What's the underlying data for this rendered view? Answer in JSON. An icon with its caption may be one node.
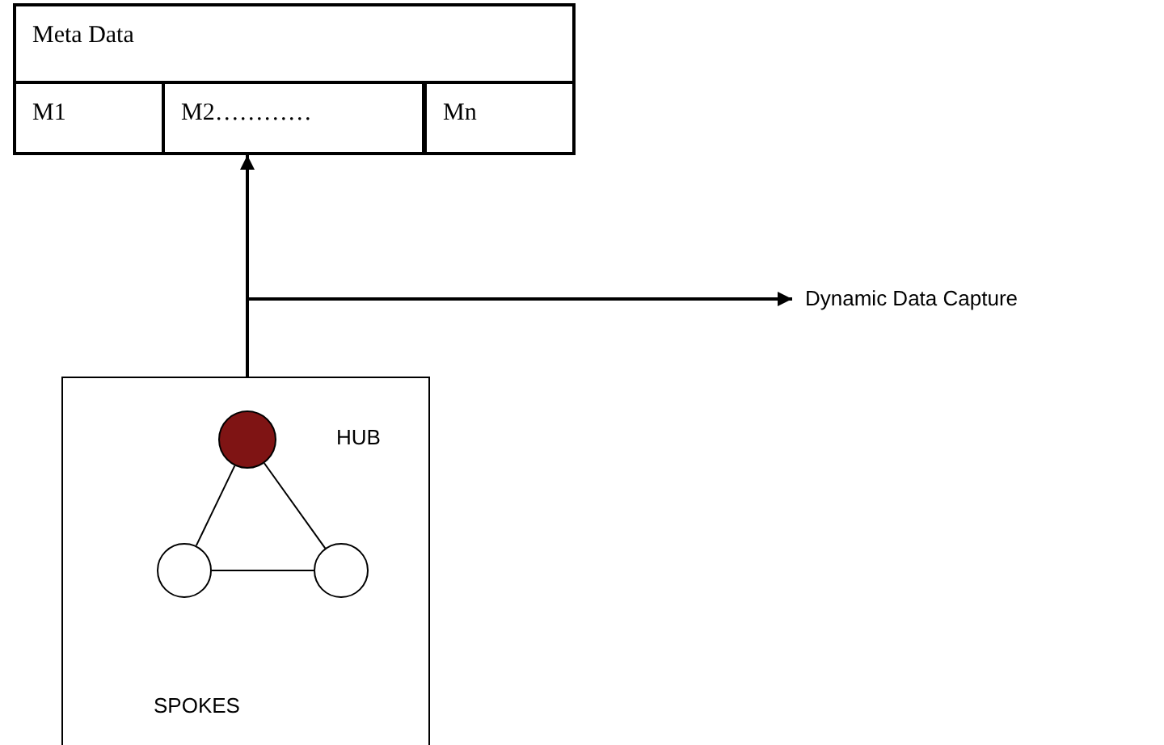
{
  "diagram": {
    "nodes": [
      {
        "text": [
          "Meta Data"
        ]
      },
      {
        "text": [
          "M1"
        ],
        "in": 0
      },
      {
        "text": [
          "M2…………"
        ],
        "in": 0
      },
      {
        "text": [
          "Mn"
        ],
        "in": 0
      },
      {
        "text": [
          "Dynamic Data Capture"
        ]
      },
      {
        "text": [],
        "shape": "box"
      },
      {
        "text": [],
        "shape": "circle",
        "in": 5,
        "beside": [
          "HUB"
        ]
      },
      {
        "text": [],
        "shape": "circle",
        "in": 5
      },
      {
        "text": [],
        "shape": "circle",
        "in": 5
      }
    ],
    "edges": [
      {
        "from": 5,
        "to": 0,
        "arrow": "to"
      },
      {
        "from": 5,
        "to": 4,
        "arrow": "to"
      },
      {
        "from": 6,
        "to": 7,
        "arrow": "none"
      },
      {
        "from": 6,
        "to": 8,
        "arrow": "none"
      },
      {
        "from": 7,
        "to": 8,
        "arrow": "none"
      }
    ],
    "labels": [
      "SPOKES"
    ]
  }
}
